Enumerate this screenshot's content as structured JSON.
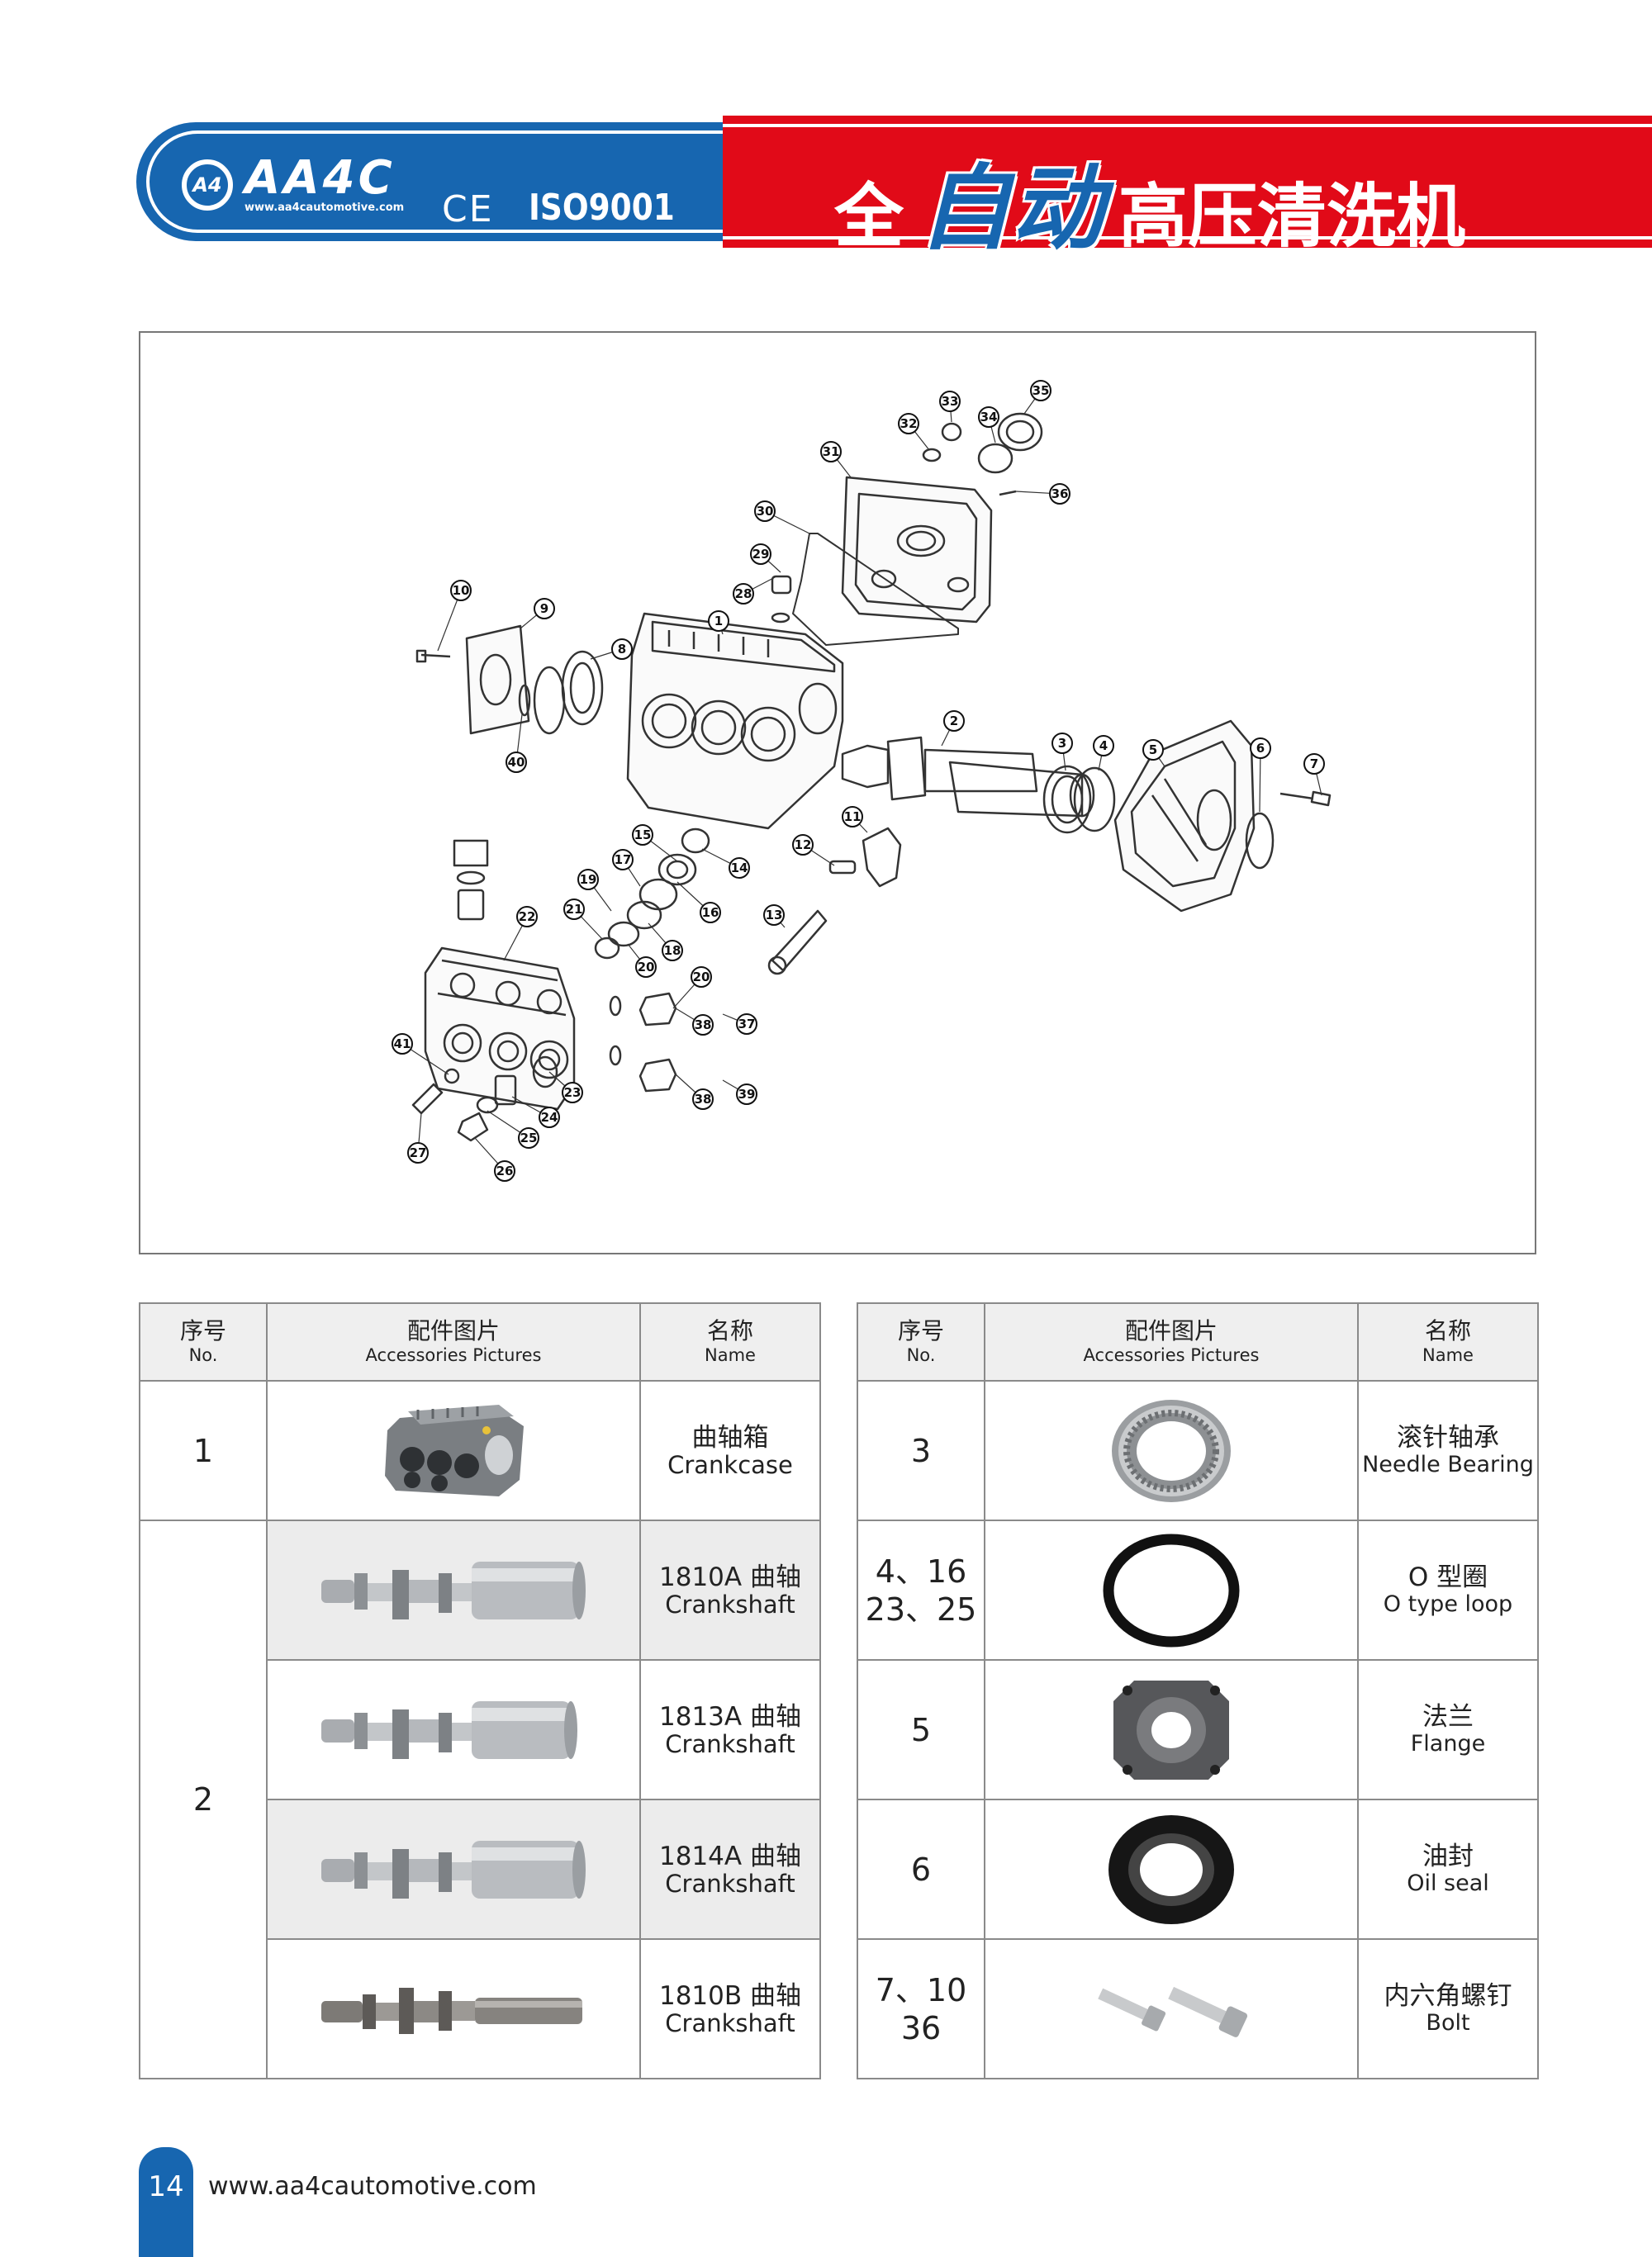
{
  "header": {
    "logo_mark": "A4",
    "logo_name": "AA4C",
    "logo_url": "www.aa4cautomotive.com",
    "ce_mark": "CE",
    "iso_mark": "ISO9001",
    "title_part1": "全",
    "title_part2": "自动",
    "title_part3": "高压清洗机",
    "colors": {
      "blue": "#1766b0",
      "red": "#e10a18"
    }
  },
  "diagram": {
    "part_numbers": [
      "1",
      "2",
      "3",
      "4",
      "5",
      "6",
      "7",
      "8",
      "9",
      "10",
      "11",
      "12",
      "13",
      "14",
      "15",
      "16",
      "17",
      "18",
      "19",
      "20",
      "21",
      "22",
      "23",
      "24",
      "25",
      "26",
      "27",
      "28",
      "29",
      "30",
      "31",
      "32",
      "33",
      "34",
      "35",
      "36",
      "37",
      "38",
      "39",
      "40",
      "41"
    ]
  },
  "table_header": {
    "no_cn": "序号",
    "no_en": "No.",
    "pic_cn": "配件图片",
    "pic_en": "Accessories Pictures",
    "name_cn": "名称",
    "name_en": "Name"
  },
  "left_table": {
    "rows": [
      {
        "no": "1",
        "name_cn": "曲轴箱",
        "name_en": "Crankcase",
        "icon": "crankcase-photo"
      },
      {
        "no": "2",
        "name_cn": "1810A 曲轴",
        "name_en": "Crankshaft",
        "icon": "crankshaft-photo"
      },
      {
        "name_cn": "1813A 曲轴",
        "name_en": "Crankshaft",
        "icon": "crankshaft-photo"
      },
      {
        "name_cn": "1814A 曲轴",
        "name_en": "Crankshaft",
        "icon": "crankshaft-photo"
      },
      {
        "name_cn": "1810B 曲轴",
        "name_en": "Crankshaft",
        "icon": "crankshaft-shaft-photo"
      }
    ]
  },
  "right_table": {
    "rows": [
      {
        "no_line1": "3",
        "no_line2": "",
        "name_cn": "滚针轴承",
        "name_en": "Needle Bearing",
        "icon": "needle-bearing-photo"
      },
      {
        "no_line1": "4、16",
        "no_line2": "23、25",
        "name_cn": "O 型圈",
        "name_en": "O type loop",
        "icon": "o-ring-photo"
      },
      {
        "no_line1": "5",
        "no_line2": "",
        "name_cn": "法兰",
        "name_en": "Flange",
        "icon": "flange-photo"
      },
      {
        "no_line1": "6",
        "no_line2": "",
        "name_cn": "油封",
        "name_en": "Oil seal",
        "icon": "oil-seal-photo"
      },
      {
        "no_line1": "7、10",
        "no_line2": "36",
        "name_cn": "内六角螺钉",
        "name_en": "Bolt",
        "icon": "bolt-photo"
      }
    ]
  },
  "footer": {
    "page_number": "14",
    "url": "www.aa4cautomotive.com"
  }
}
